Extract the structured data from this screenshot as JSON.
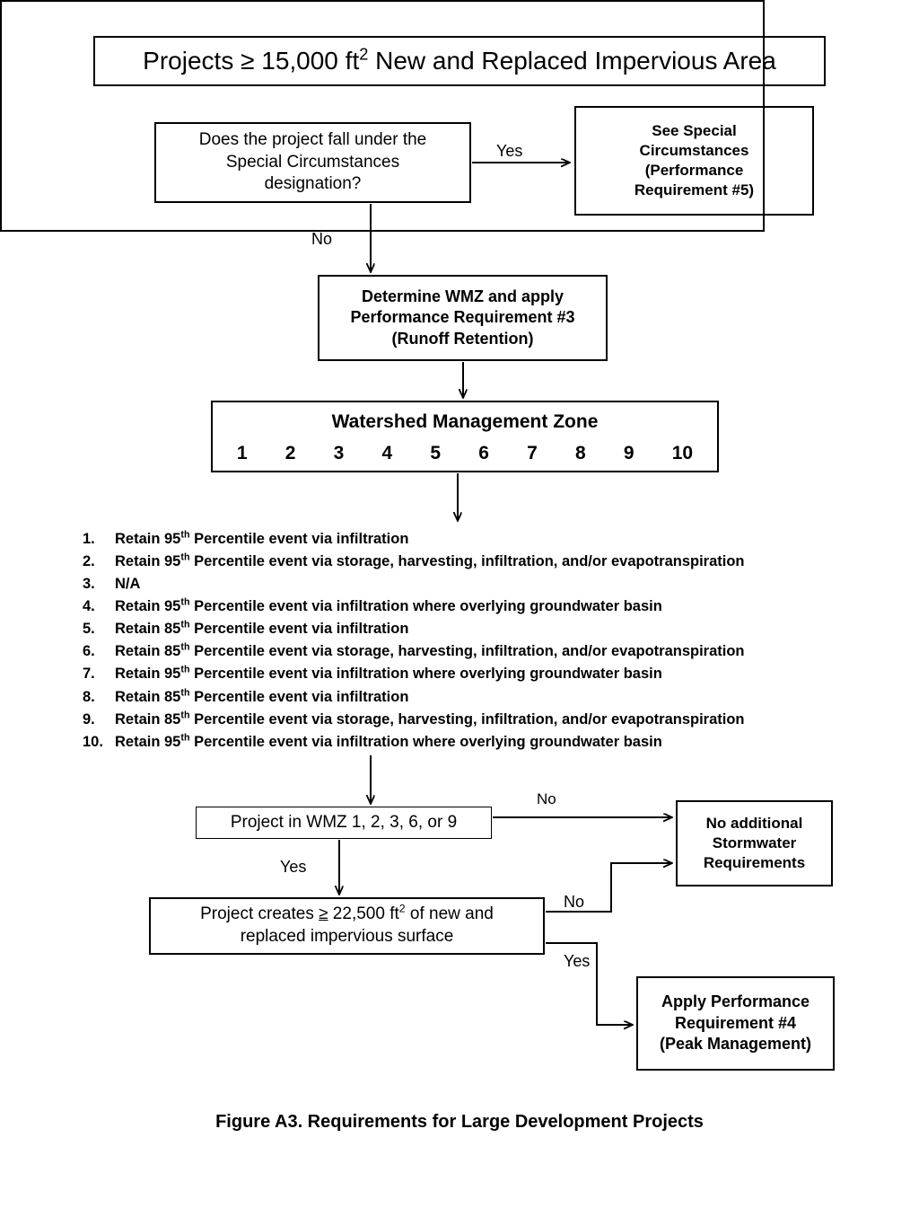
{
  "title": "Projects ≥ 15,000 ft2 New and Replaced Impervious Area",
  "title_parts": {
    "pre": "Projects ≥ 15,000 ft",
    "sup": "2",
    "post": " New and Replaced Impervious Area"
  },
  "nodes": {
    "question_special": "Does the project fall under the Special Circumstances designation?",
    "see_special": "See Special Circumstances (Performance Requirement #5)",
    "determine_wmz": "Determine WMZ and apply Performance Requirement #3 (Runoff Retention)",
    "wmz_header": "Watershed Management Zone",
    "wmz_numbers": [
      "1",
      "2",
      "3",
      "4",
      "5",
      "6",
      "7",
      "8",
      "9",
      "10"
    ],
    "wmz_question": "Project in WMZ 1, 2, 3, 6, or 9",
    "area_question": {
      "pre": "Project creates ",
      "gte": "≥",
      "mid": " 22,500 ft",
      "sup": "2",
      "post": " of new and replaced impervious surface"
    },
    "no_additional": "No additional Stormwater Requirements",
    "apply_pr4": "Apply Performance Requirement  #4 (Peak Management)"
  },
  "node_lines": {
    "question_special": [
      "Does the project fall under the",
      "Special Circumstances",
      "designation?"
    ],
    "see_special": [
      "See Special",
      "Circumstances",
      "(Performance",
      "Requirement #5)"
    ],
    "determine_wmz": [
      "Determine WMZ and apply",
      "Performance Requirement #3",
      "(Runoff Retention)"
    ],
    "no_additional": [
      "No additional",
      "Stormwater",
      "Requirements"
    ],
    "apply_pr4": [
      "Apply Performance",
      "Requirement  #4",
      "(Peak Management)"
    ]
  },
  "requirements": [
    {
      "n": "1.",
      "pre": "Retain 95",
      "sup": "th",
      "post": " Percentile event via infiltration"
    },
    {
      "n": "2.",
      "pre": "Retain 95",
      "sup": "th",
      "post": " Percentile event via storage, harvesting, infiltration, and/or evapotranspiration"
    },
    {
      "n": "3.",
      "pre": "N/A",
      "sup": "",
      "post": ""
    },
    {
      "n": "4.",
      "pre": "Retain 95",
      "sup": "th",
      "post": " Percentile event via infiltration where overlying groundwater basin"
    },
    {
      "n": "5.",
      "pre": "Retain 85",
      "sup": "th",
      "post": " Percentile event via infiltration"
    },
    {
      "n": "6.",
      "pre": "Retain 85",
      "sup": "th",
      "post": " Percentile event via storage, harvesting, infiltration, and/or evapotranspiration"
    },
    {
      "n": "7.",
      "pre": "Retain 95",
      "sup": "th",
      "post": " Percentile event via infiltration where overlying groundwater basin"
    },
    {
      "n": "8.",
      "pre": "Retain 85",
      "sup": "th",
      "post": " Percentile event via infiltration"
    },
    {
      "n": "9.",
      "pre": "Retain 85",
      "sup": "th",
      "post": " Percentile event via storage, harvesting, infiltration, and/or evapotranspiration"
    },
    {
      "n": "10.",
      "pre": "Retain 95",
      "sup": "th",
      "post": " Percentile event via infiltration where overlying groundwater basin"
    }
  ],
  "edge_labels": {
    "yes_special": "Yes",
    "no_special": "No",
    "no_wmz": "No",
    "yes_wmz": "Yes",
    "no_area": "No",
    "yes_area": "Yes"
  },
  "caption": "Figure A3.  Requirements for Large Development Projects",
  "colors": {
    "line": "#000000",
    "text": "#000000",
    "background": "#ffffff"
  }
}
